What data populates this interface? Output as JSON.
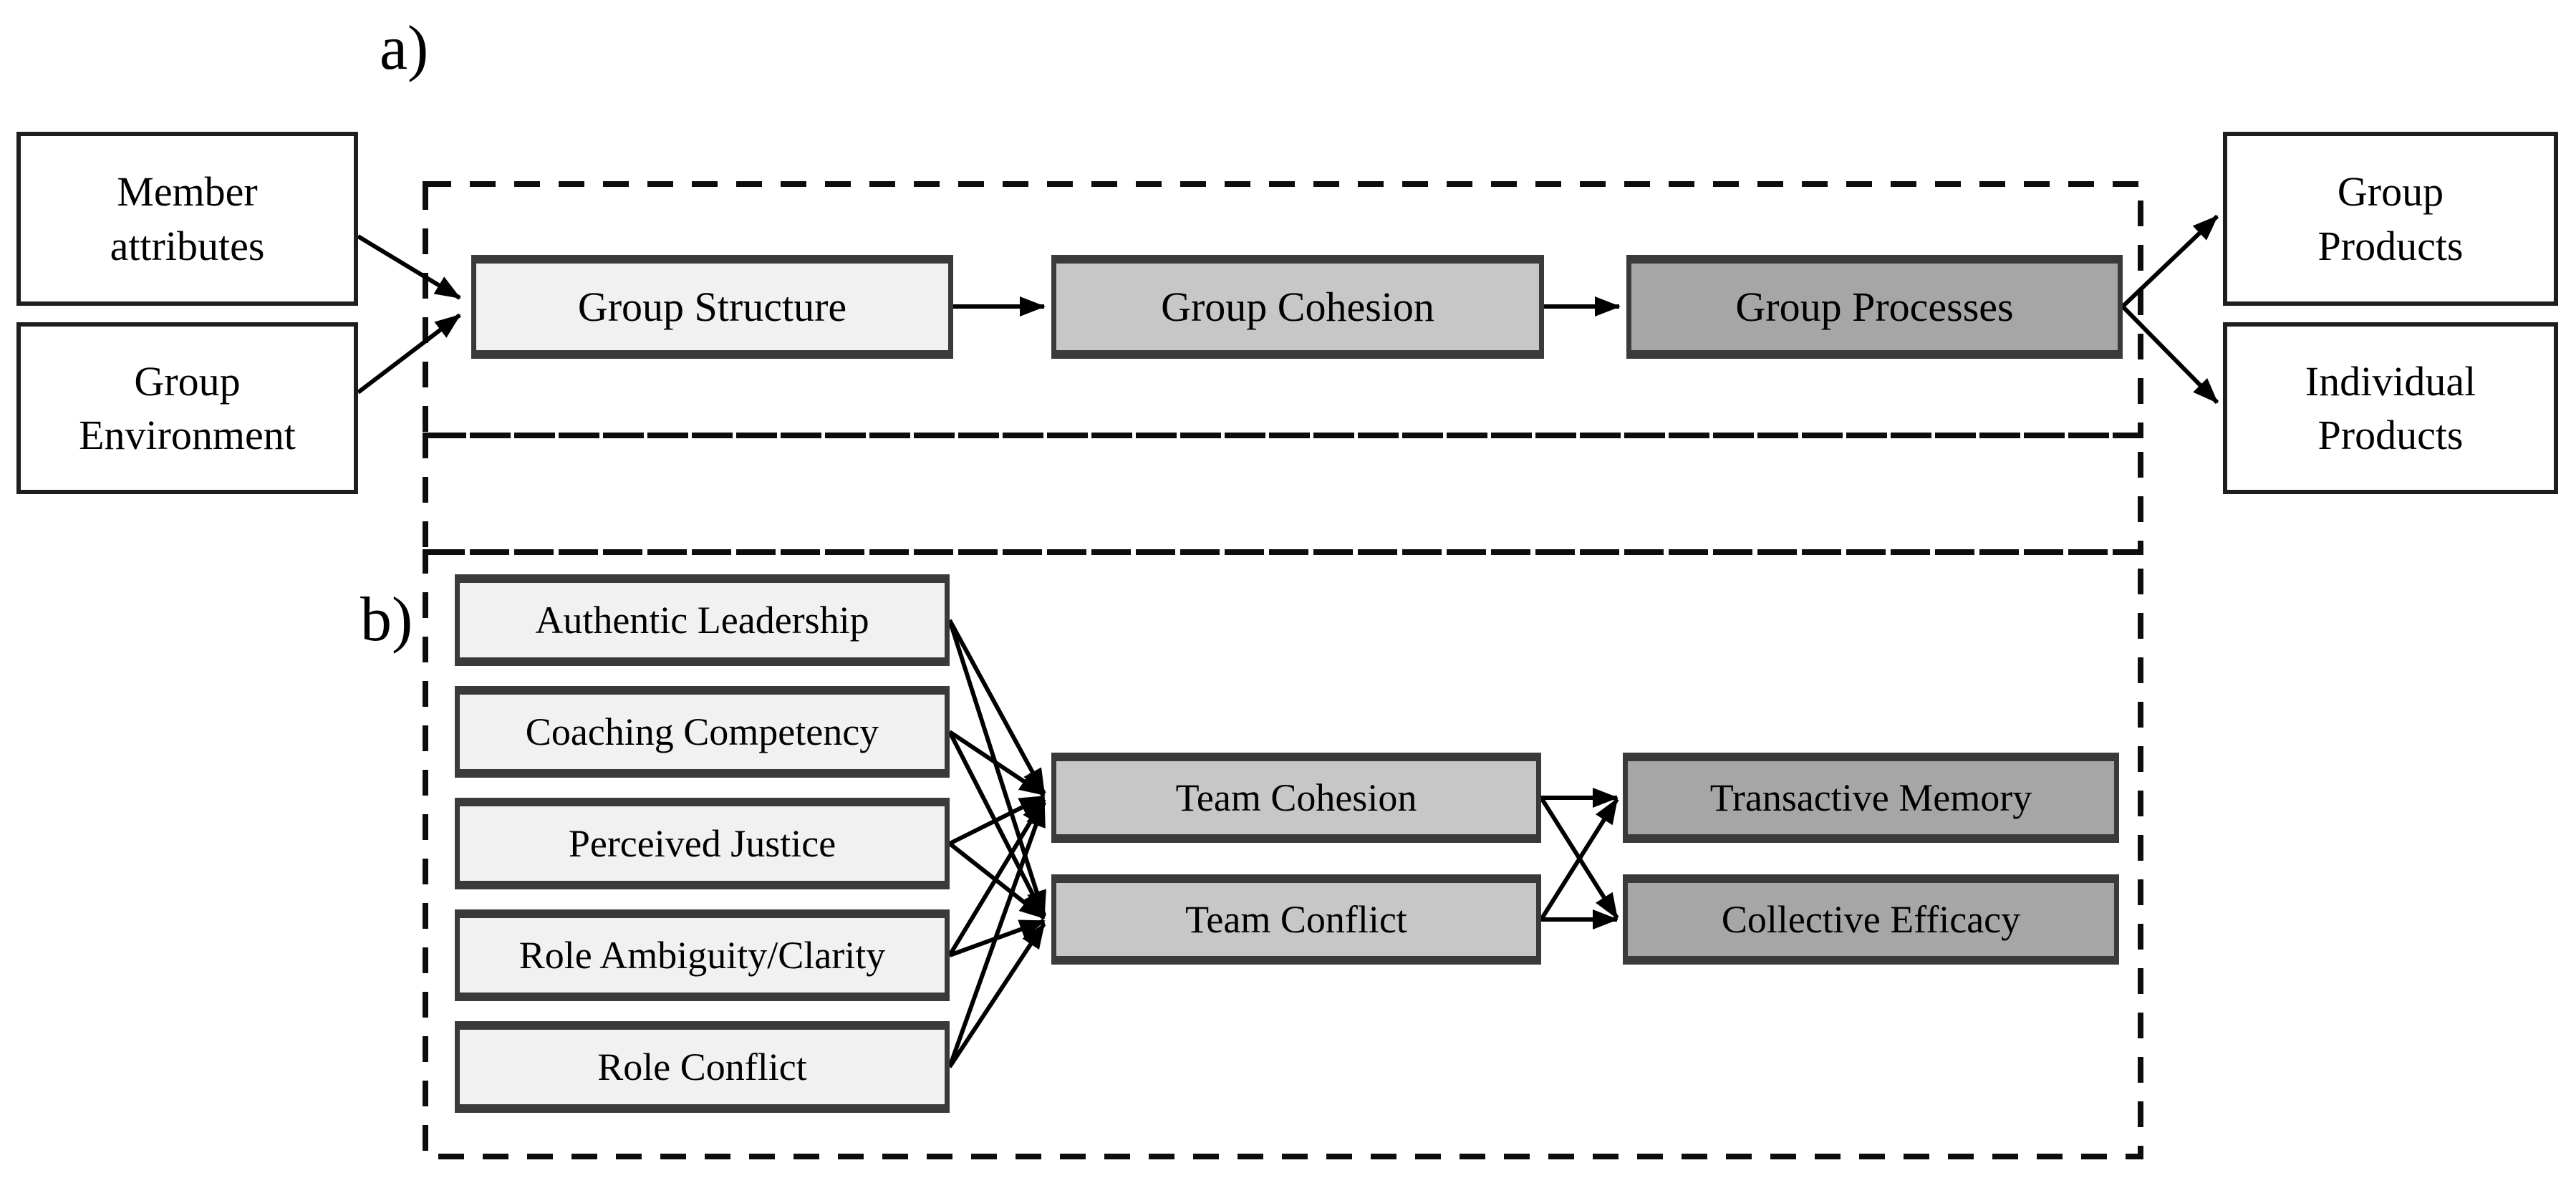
{
  "panels": {
    "a": "a)",
    "b": "b)"
  },
  "nodes": {
    "member_attributes": {
      "label": "Member\nattributes"
    },
    "group_environment": {
      "label": "Group\nEnvironment"
    },
    "group_structure": {
      "label": "Group Structure"
    },
    "group_cohesion": {
      "label": "Group Cohesion"
    },
    "group_processes": {
      "label": "Group Processes"
    },
    "group_products": {
      "label": "Group\nProducts"
    },
    "individual_products": {
      "label": "Individual\nProducts"
    },
    "authentic_leadership": {
      "label": "Authentic Leadership"
    },
    "coaching_competency": {
      "label": "Coaching Competency"
    },
    "perceived_justice": {
      "label": "Perceived Justice"
    },
    "role_ambiguity_clarity": {
      "label": "Role Ambiguity/Clarity"
    },
    "role_conflict": {
      "label": "Role Conflict"
    },
    "team_cohesion": {
      "label": "Team Cohesion"
    },
    "team_conflict": {
      "label": "Team Conflict"
    },
    "transactive_memory": {
      "label": "Transactive Memory"
    },
    "collective_efficacy": {
      "label": "Collective Efficacy"
    }
  },
  "edges": [
    {
      "from": "member_attributes",
      "to": "group_structure"
    },
    {
      "from": "group_environment",
      "to": "group_structure"
    },
    {
      "from": "group_structure",
      "to": "group_cohesion"
    },
    {
      "from": "group_cohesion",
      "to": "group_processes"
    },
    {
      "from": "group_processes",
      "to": "group_products"
    },
    {
      "from": "group_processes",
      "to": "individual_products"
    },
    {
      "from": "authentic_leadership",
      "to": "team_cohesion"
    },
    {
      "from": "authentic_leadership",
      "to": "team_conflict"
    },
    {
      "from": "coaching_competency",
      "to": "team_cohesion"
    },
    {
      "from": "coaching_competency",
      "to": "team_conflict"
    },
    {
      "from": "perceived_justice",
      "to": "team_cohesion"
    },
    {
      "from": "perceived_justice",
      "to": "team_conflict"
    },
    {
      "from": "role_ambiguity_clarity",
      "to": "team_cohesion"
    },
    {
      "from": "role_ambiguity_clarity",
      "to": "team_conflict"
    },
    {
      "from": "role_conflict",
      "to": "team_cohesion"
    },
    {
      "from": "role_conflict",
      "to": "team_conflict"
    },
    {
      "from": "team_cohesion",
      "to": "transactive_memory"
    },
    {
      "from": "team_cohesion",
      "to": "collective_efficacy"
    },
    {
      "from": "team_conflict",
      "to": "transactive_memory"
    },
    {
      "from": "team_conflict",
      "to": "collective_efficacy"
    }
  ],
  "colors": {
    "background": "#ffffff",
    "white_box": "#ffffff",
    "light_box": "#f1f1f1",
    "medium_box": "#c7c7c7",
    "dark_box": "#a6a6a6",
    "gray_box_border": "#3a3a3a",
    "white_box_border": "#1e1e1e",
    "line": "#000000"
  }
}
